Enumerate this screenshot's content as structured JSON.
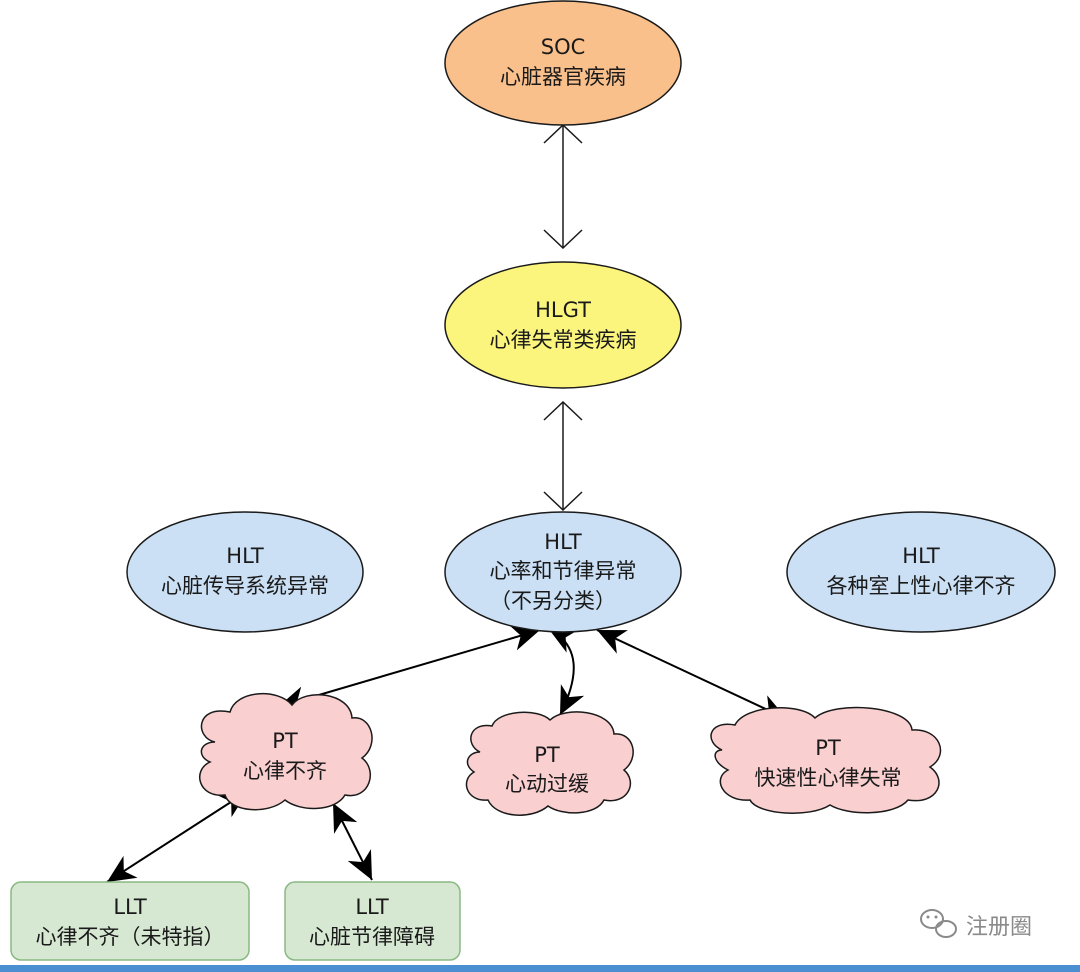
{
  "colors": {
    "soc_fill": "#f9c08c",
    "hlgt_fill": "#fbf57d",
    "hlt_fill": "#cbe0f5",
    "pt_fill": "#f9cfd0",
    "llt_fill": "#d6e8d2",
    "llt_stroke": "#8ab883",
    "stroke": "#1a1a1a",
    "bottom_bar": "#4a8fd1"
  },
  "nodes": {
    "soc": {
      "level": "SOC",
      "name": "心脏器官疾病"
    },
    "hlgt": {
      "level": "HLGT",
      "name": "心律失常类疾病"
    },
    "hlt_left": {
      "level": "HLT",
      "name": "心脏传导系统异常"
    },
    "hlt_center": {
      "level": "HLT",
      "name": "心率和节律异常",
      "name2": "（不另分类）"
    },
    "hlt_right": {
      "level": "HLT",
      "name": "各种室上性心律不齐"
    },
    "pt_left": {
      "level": "PT",
      "name": "心律不齐"
    },
    "pt_center": {
      "level": "PT",
      "name": "心动过缓"
    },
    "pt_right": {
      "level": "PT",
      "name": "快速性心律失常"
    },
    "llt_left": {
      "level": "LLT",
      "name": "心律不齐（未特指）"
    },
    "llt_right": {
      "level": "LLT",
      "name": "心脏节律障碍"
    }
  },
  "watermark": {
    "icon": "wechat-icon",
    "text": "注册圈"
  }
}
